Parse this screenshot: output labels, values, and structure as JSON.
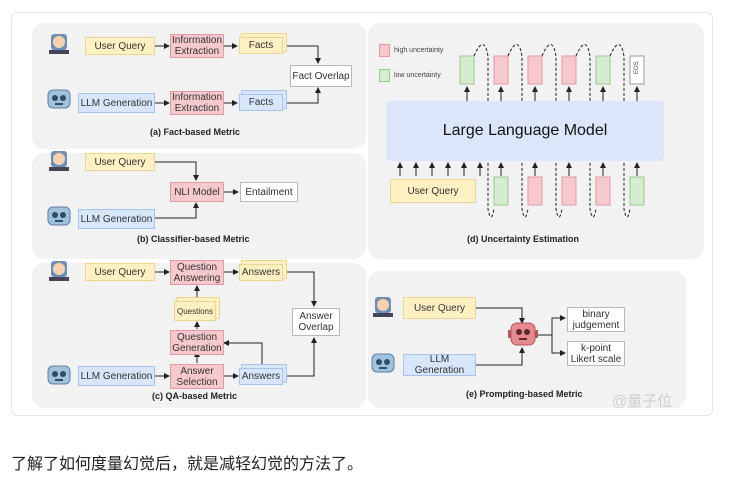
{
  "panels": {
    "a": {
      "caption": "(a) Fact-based Metric",
      "user_query": "User Query",
      "llm_generation": "LLM Generation",
      "info_extraction_1": "Information Extraction",
      "info_extraction_2": "Information Extraction",
      "facts_1": "Facts",
      "facts_2": "Facts",
      "fact_overlap": "Fact Overlap"
    },
    "b": {
      "caption": "(b) Classifier-based Metric",
      "user_query": "User Query",
      "llm_generation": "LLM Generation",
      "nli_model": "NLI Model",
      "entailment": "Entailment"
    },
    "c": {
      "caption": "(c) QA-based Metric",
      "user_query": "User Query",
      "llm_generation": "LLM Generation",
      "question_answering": "Question Answering",
      "questions": "Questions",
      "question_generation": "Question Generation",
      "answer_selection": "Answer Selection",
      "answers_top": "Answers",
      "answers_bottom": "Answers",
      "answer_overlap": "Answer Overlap"
    },
    "d": {
      "caption": "(d) Uncertainty Estimation",
      "legend_high": "high uncertainty",
      "legend_low": "low uncertainty",
      "llm": "Large Language Model",
      "user_query": "User Query",
      "eos": "EOS"
    },
    "e": {
      "caption": "(e) Prompting-based Metric",
      "user_query": "User Query",
      "llm_generation": "LLM Generation",
      "binary": "binary judgement",
      "likert": "k-point Likert scale"
    }
  },
  "watermark": "@量子位",
  "caption_text": "了解了如何度量幻觉后，就是减轻幻觉的方法了。",
  "colors": {
    "yellow": "#fdf0c2",
    "blue": "#d7e6fb",
    "red": "#f6c9cd",
    "green": "#d6ecd1",
    "llm_block": "#dbe6fb"
  }
}
